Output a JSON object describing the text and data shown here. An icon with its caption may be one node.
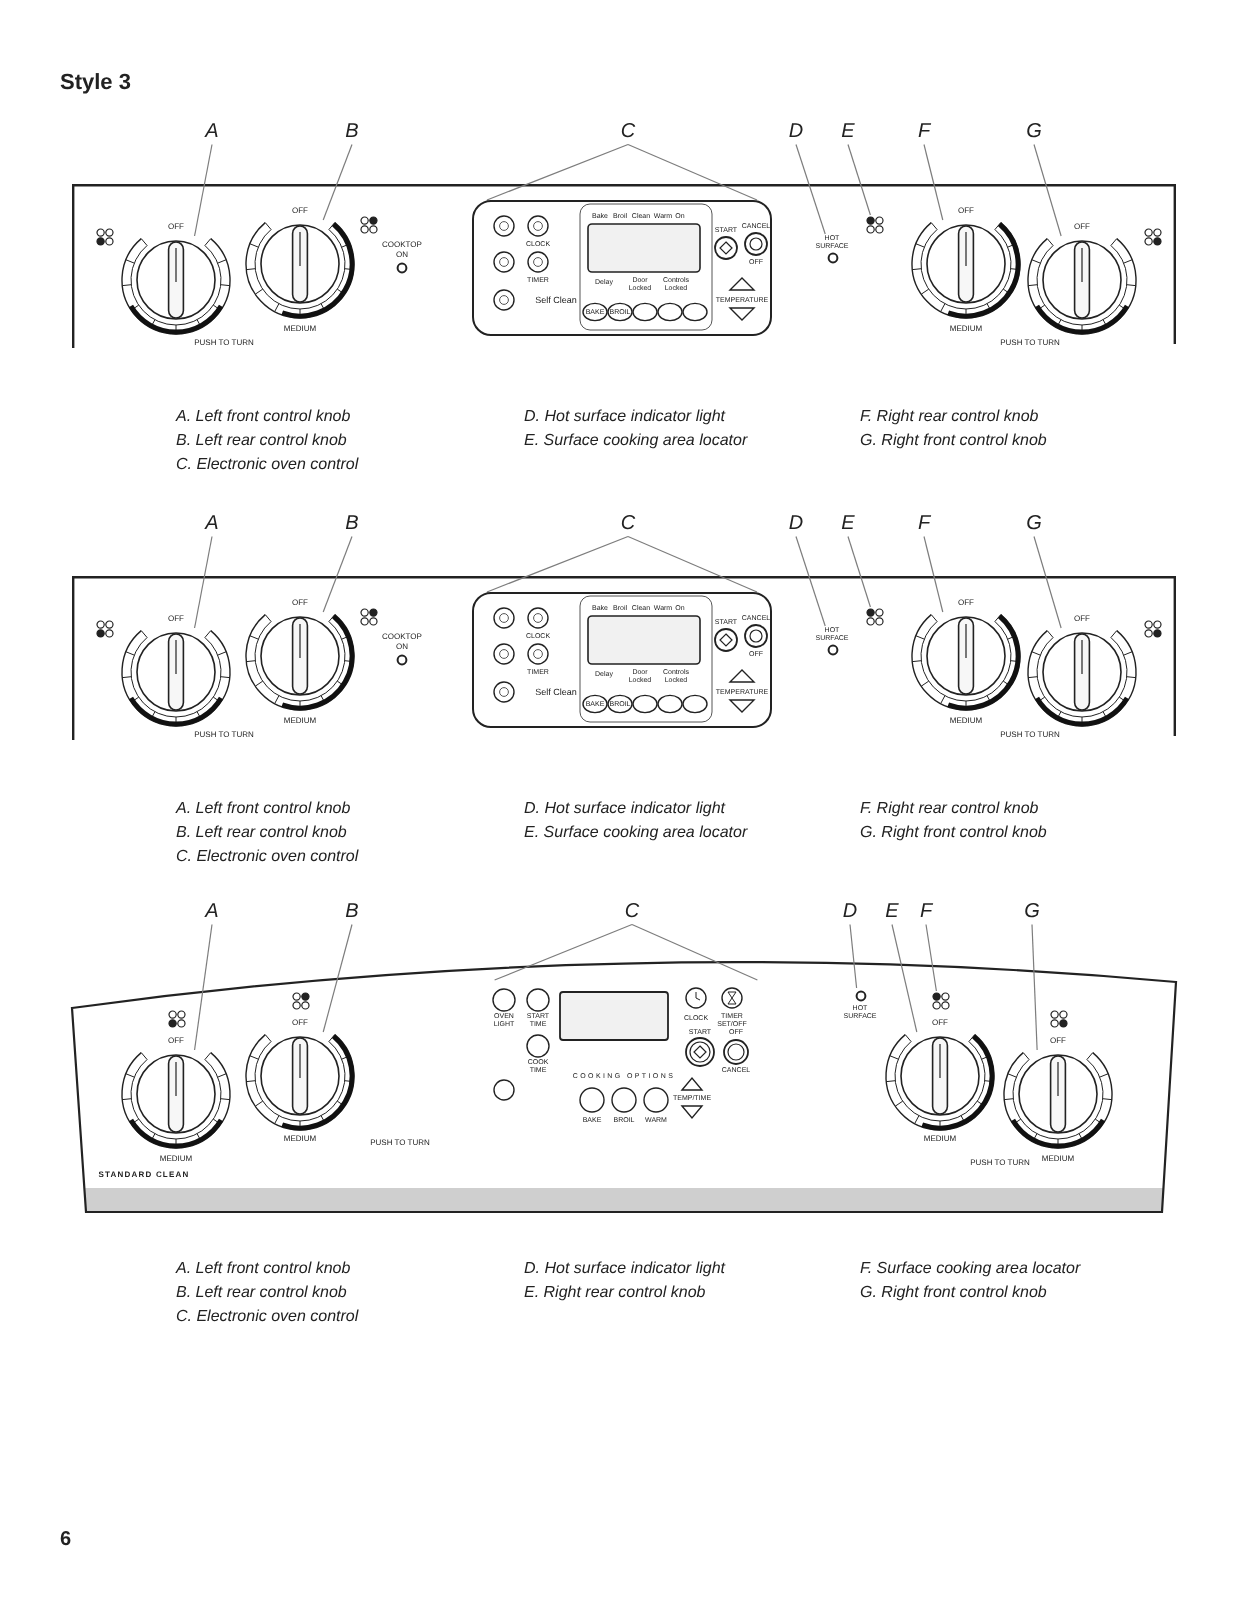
{
  "diagram": {
    "title": "Style 3",
    "nodes": [
      {
        "text": [
          "A"
        ]
      },
      {
        "text": [
          "B"
        ]
      },
      {
        "text": [
          "C"
        ]
      },
      {
        "text": [
          "D"
        ]
      },
      {
        "text": [
          "E"
        ]
      },
      {
        "text": [
          "F"
        ]
      },
      {
        "text": [
          "G"
        ]
      },
      {
        "text": [],
        "shape": "box"
      },
      {
        "text": [],
        "shape": "circle",
        "in": 7
      },
      {
        "text": [],
        "shape": "circle",
        "in": 7
      },
      {
        "text": [],
        "shape": "box",
        "in": 7
      },
      {
        "text": [
          "HOT SURFACE"
        ],
        "in": 7
      },
      {
        "text": [],
        "shape": "picture",
        "in": 7
      },
      {
        "text": [],
        "shape": "circle",
        "in": 7
      },
      {
        "text": [],
        "shape": "circle",
        "in": 7
      },
      {
        "text": [
          "A"
        ]
      },
      {
        "text": [
          "B"
        ]
      },
      {
        "text": [
          "C"
        ]
      },
      {
        "text": [
          "D"
        ]
      },
      {
        "text": [
          "E"
        ]
      },
      {
        "text": [
          "F"
        ]
      },
      {
        "text": [
          "G"
        ]
      },
      {
        "text": [],
        "shape": "box"
      },
      {
        "text": [],
        "shape": "circle",
        "in": 22
      },
      {
        "text": [],
        "shape": "circle",
        "in": 22
      },
      {
        "text": [],
        "shape": "box",
        "in": 22
      },
      {
        "text": [
          "HOT SURFACE"
        ],
        "in": 22
      },
      {
        "text": [],
        "shape": "picture",
        "in": 22
      },
      {
        "text": [],
        "shape": "circle",
        "in": 22
      },
      {
        "text": [],
        "shape": "circle",
        "in": 22
      },
      {
        "text": [
          "A"
        ]
      },
      {
        "text": [
          "B"
        ]
      },
      {
        "text": [
          "C"
        ]
      },
      {
        "text": [
          "D"
        ]
      },
      {
        "text": [
          "E"
        ]
      },
      {
        "text": [
          "F"
        ]
      },
      {
        "text": [
          "G"
        ]
      },
      {
        "text": [],
        "shape": "box"
      },
      {
        "text": [],
        "shape": "circle",
        "in": 37
      },
      {
        "text": [],
        "shape": "circle",
        "in": 37
      },
      {
        "text": [],
        "shape": "picture",
        "in": 37
      },
      {
        "text": [
          "HOT SURFACE"
        ],
        "in": 37
      },
      {
        "text": [],
        "shape": "circle",
        "in": 37
      },
      {
        "text": [],
        "shape": "picture",
        "in": 37
      },
      {
        "text": [],
        "shape": "circle",
        "in": 37
      }
    ],
    "edges": [
      {
        "from": 0,
        "to": 8,
        "arrow": "none"
      },
      {
        "from": 1,
        "to": 9,
        "arrow": "none"
      },
      {
        "from": 2,
        "to": 10,
        "arrow": "none"
      },
      {
        "from": 2,
        "to": 10,
        "arrow": "none"
      },
      {
        "from": 3,
        "to": 11,
        "arrow": "none"
      },
      {
        "from": 4,
        "to": 12,
        "arrow": "none"
      },
      {
        "from": 5,
        "to": 13,
        "arrow": "none"
      },
      {
        "from": 6,
        "to": 14,
        "arrow": "none"
      },
      {
        "from": 15,
        "to": 23,
        "arrow": "none"
      },
      {
        "from": 16,
        "to": 24,
        "arrow": "none"
      },
      {
        "from": 17,
        "to": 25,
        "arrow": "none"
      },
      {
        "from": 17,
        "to": 25,
        "arrow": "none"
      },
      {
        "from": 18,
        "to": 26,
        "arrow": "none"
      },
      {
        "from": 19,
        "to": 27,
        "arrow": "none"
      },
      {
        "from": 20,
        "to": 28,
        "arrow": "none"
      },
      {
        "from": 21,
        "to": 29,
        "arrow": "none"
      },
      {
        "from": 30,
        "to": 38,
        "arrow": "none"
      },
      {
        "from": 31,
        "to": 39,
        "arrow": "none"
      },
      {
        "from": 32,
        "to": 40,
        "arrow": "none"
      },
      {
        "from": 32,
        "to": 40,
        "arrow": "none"
      },
      {
        "from": 33,
        "to": 41,
        "arrow": "none"
      },
      {
        "from": 34,
        "to": 42,
        "arrow": "none"
      },
      {
        "from": 35,
        "to": 43,
        "arrow": "none"
      },
      {
        "from": 36,
        "to": 44,
        "arrow": "none"
      }
    ],
    "labels": [
      "OFF",
      "OFF",
      "COOKTOP ON",
      "CLOCK",
      "TIMER",
      "Self Clean",
      "Bake",
      "Broil",
      "Clean",
      "Warm",
      "On",
      "Delay",
      "Door Locked",
      "Controls Locked",
      "BAKE",
      "BROIL",
      "START",
      "CANCEL",
      "OFF",
      "TEMPERATURE",
      "OFF",
      "OFF",
      "PUSH TO TURN",
      "MEDIUM",
      "MEDIUM",
      "PUSH TO TURN",
      "A. Left front control knob",
      "B. Left rear control knob",
      "C. Electronic oven control",
      "D. Hot surface indicator light",
      "E. Surface cooking area locator",
      "F. Right rear control knob",
      "G. Right front control knob",
      "OFF",
      "OFF",
      "COOKTOP ON",
      "CLOCK",
      "TIMER",
      "Self Clean",
      "Bake",
      "Broil",
      "Clean",
      "Warm",
      "On",
      "Delay",
      "Door Locked",
      "Controls Locked",
      "BAKE",
      "BROIL",
      "START",
      "CANCEL",
      "OFF",
      "TEMPERATURE",
      "OFF",
      "OFF",
      "PUSH TO TURN",
      "MEDIUM",
      "MEDIUM",
      "PUSH TO TURN",
      "A. Left front control knob",
      "B. Left rear control knob",
      "C. Electronic oven control",
      "D. Hot surface indicator light",
      "E. Surface cooking area locator",
      "F. Right rear control knob",
      "G. Right front control knob",
      "OFF",
      "OFF",
      "OVEN LIGHT",
      "START TIME",
      "COOK TIME",
      "CLOCK",
      "TIMER SET/OFF",
      "START",
      "OFF",
      "CANCEL",
      "COOKING OPTIONS",
      "TEMP/TIME",
      "BAKE",
      "BROIL",
      "WARM",
      "OFF",
      "OFF",
      "MEDIUM",
      "PUSH TO TURN",
      "MEDIUM",
      "PUSH TO TURN",
      "MEDIUM",
      "STANDARD CLEAN",
      "MEDIUM",
      "A. Left front control knob",
      "B. Left rear control knob",
      "C. Electronic oven control",
      "D. Hot surface indicator light",
      "E. Right rear control knob",
      "F. Surface cooking area locator",
      "G. Right front control knob",
      "6"
    ]
  }
}
